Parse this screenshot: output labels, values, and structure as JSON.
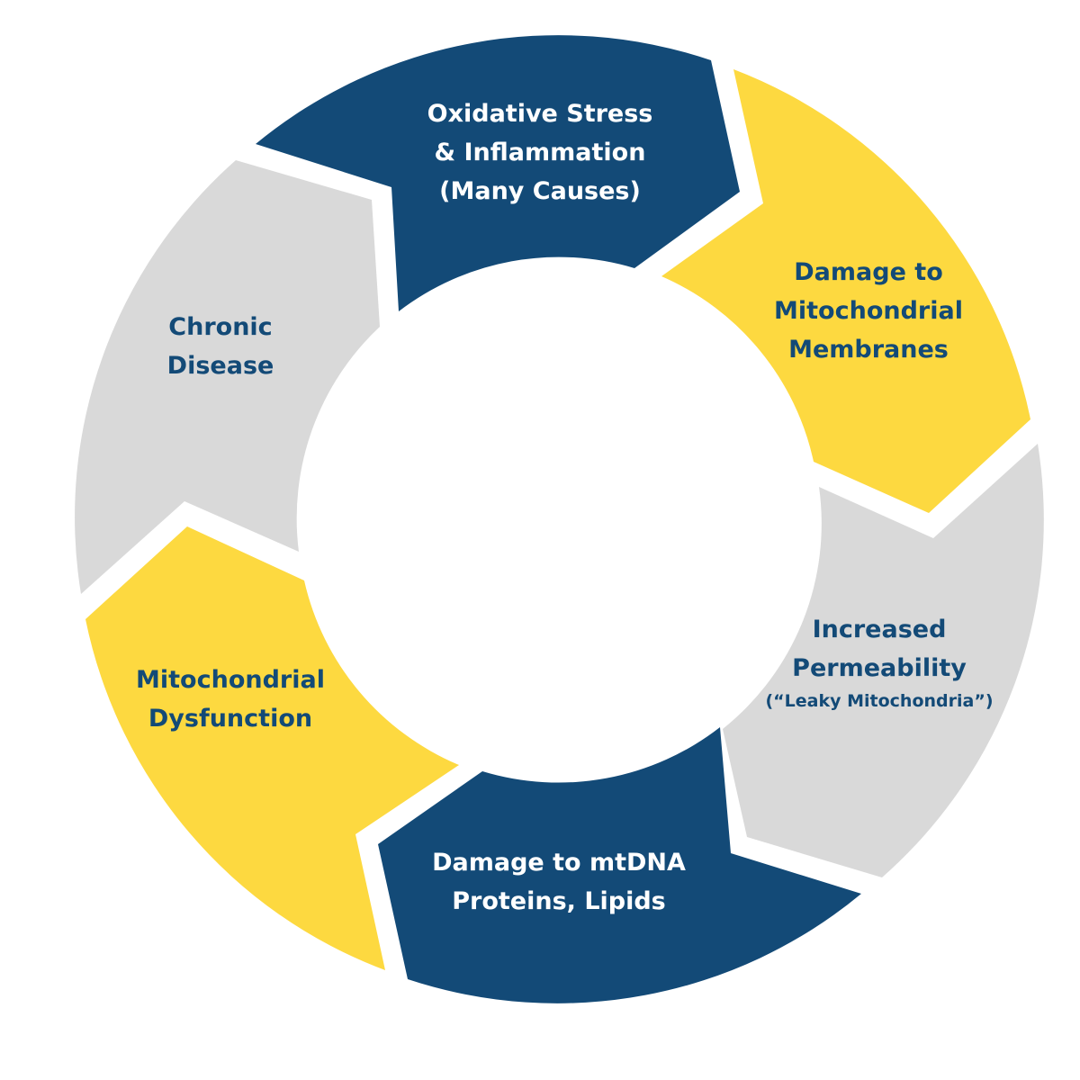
{
  "colors": {
    "navy": "#134a77",
    "yellow": "#fdd940",
    "gray": "#d9d9d9",
    "white": "#ffffff"
  },
  "segments": [
    {
      "id": "oxidative-stress",
      "fill": "navy",
      "text_color": "white",
      "lines": [
        "Oxidative Stress",
        "& Inflammation",
        "(Many Causes)"
      ]
    },
    {
      "id": "damage-membranes",
      "fill": "yellow",
      "text_color": "navy",
      "lines": [
        "Damage to",
        "Mitochondrial",
        "Membranes"
      ]
    },
    {
      "id": "increased-permeability",
      "fill": "gray",
      "text_color": "navy",
      "lines": [
        "Increased",
        "Permeability"
      ],
      "sub": "(“Leaky Mitochondria”)"
    },
    {
      "id": "damage-mtdna",
      "fill": "navy",
      "text_color": "white",
      "lines": [
        "Damage to mtDNA",
        "Proteins, Lipids"
      ]
    },
    {
      "id": "mitochondrial-dysfunction",
      "fill": "yellow",
      "text_color": "navy",
      "lines": [
        "Mitochondrial",
        "Dysfunction"
      ]
    },
    {
      "id": "chronic-disease",
      "fill": "gray",
      "text_color": "navy",
      "lines": [
        "Chronic",
        "Disease"
      ]
    }
  ]
}
